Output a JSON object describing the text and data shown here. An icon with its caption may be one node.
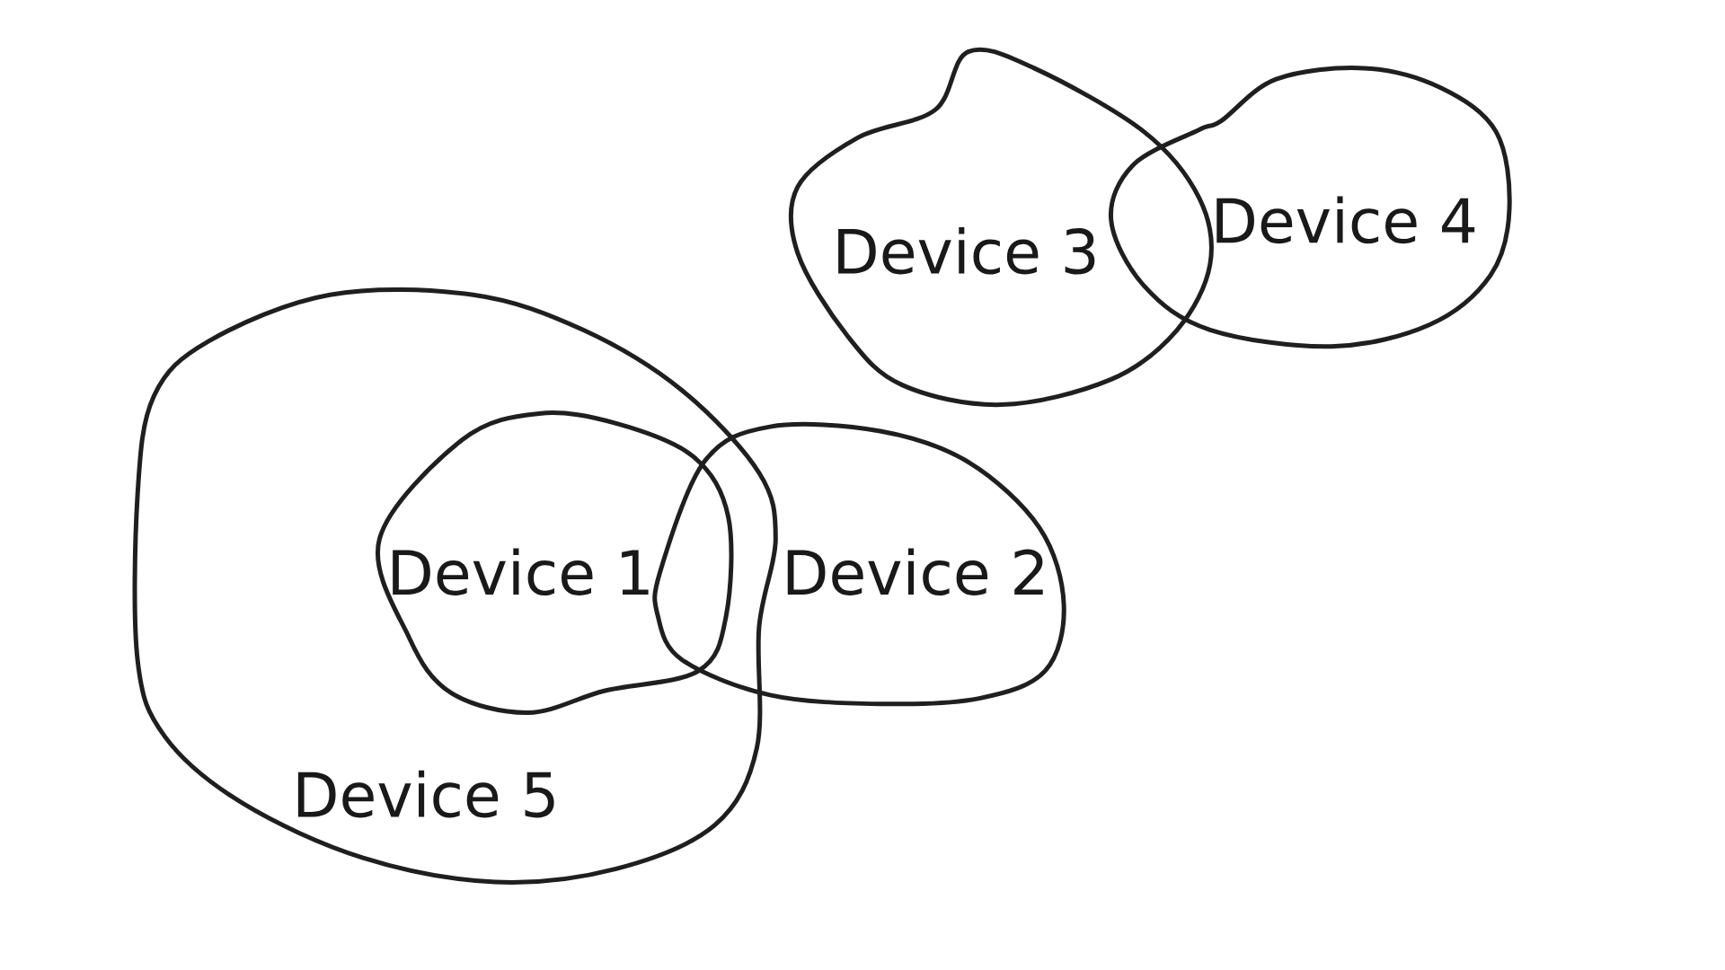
{
  "diagram": {
    "nodes": [
      {
        "text": [
          "Device 3"
        ]
      },
      {
        "text": [
          "Device 4"
        ]
      },
      {
        "text": [
          "Device 5"
        ]
      },
      {
        "text": [
          "Device 1"
        ],
        "in": 2
      },
      {
        "text": [
          "Device 2"
        ]
      }
    ]
  }
}
